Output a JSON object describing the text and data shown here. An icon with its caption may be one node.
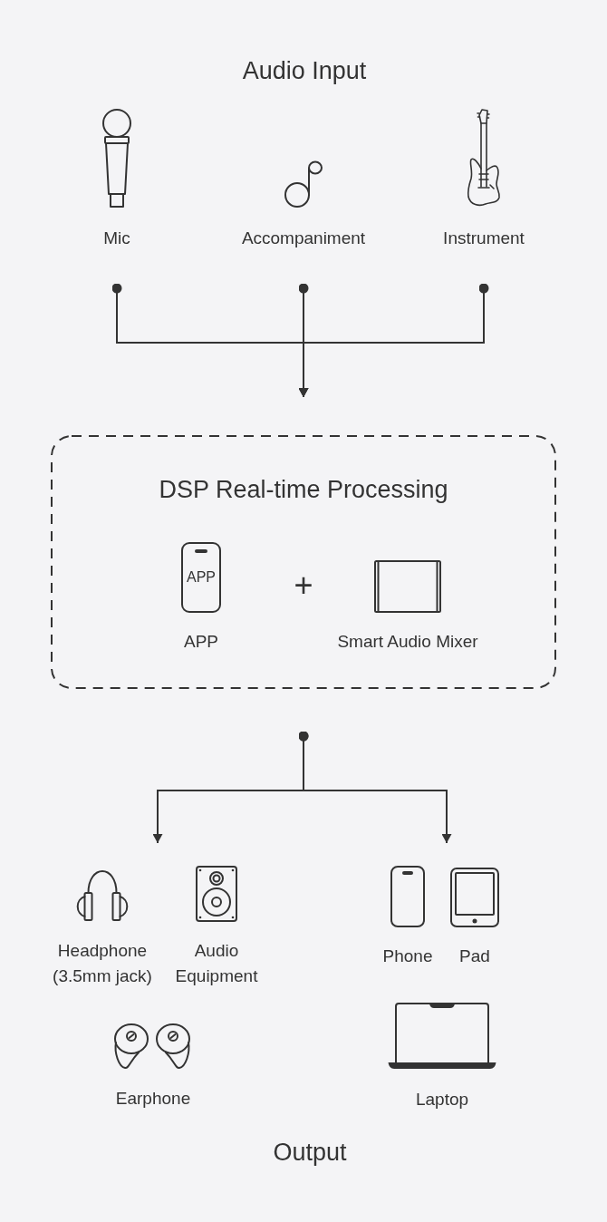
{
  "diagram": {
    "nodes": [
      {
        "text": [
          "Mic"
        ]
      },
      {
        "text": [
          "Accompaniment"
        ]
      },
      {
        "text": [
          "Instrument"
        ]
      },
      {
        "text": [
          "DSP Real-time Processing"
        ]
      },
      {
        "text": [
          "APP",
          "APP"
        ],
        "in": 3
      },
      {
        "text": [
          "Smart Audio Mixer"
        ],
        "in": 3
      },
      {
        "text": [
          "Headphone (3.5mm jack)"
        ]
      },
      {
        "text": [
          "Audio Equipment"
        ]
      },
      {
        "text": [
          "Phone"
        ]
      },
      {
        "text": [
          "Pad"
        ]
      },
      {
        "text": [
          "Earphone"
        ]
      },
      {
        "text": [
          "Laptop"
        ]
      }
    ],
    "edges": [
      {
        "from": 0,
        "to": 3,
        "arrow": "to"
      },
      {
        "from": 1,
        "to": 3,
        "arrow": "to"
      },
      {
        "from": 2,
        "to": 3,
        "arrow": "to"
      },
      {
        "from": 3,
        "to": 6,
        "arrow": "to"
      },
      {
        "from": 3,
        "to": 9,
        "arrow": "to"
      }
    ],
    "labels": [
      "Audio Input",
      "+",
      "Output"
    ]
  }
}
